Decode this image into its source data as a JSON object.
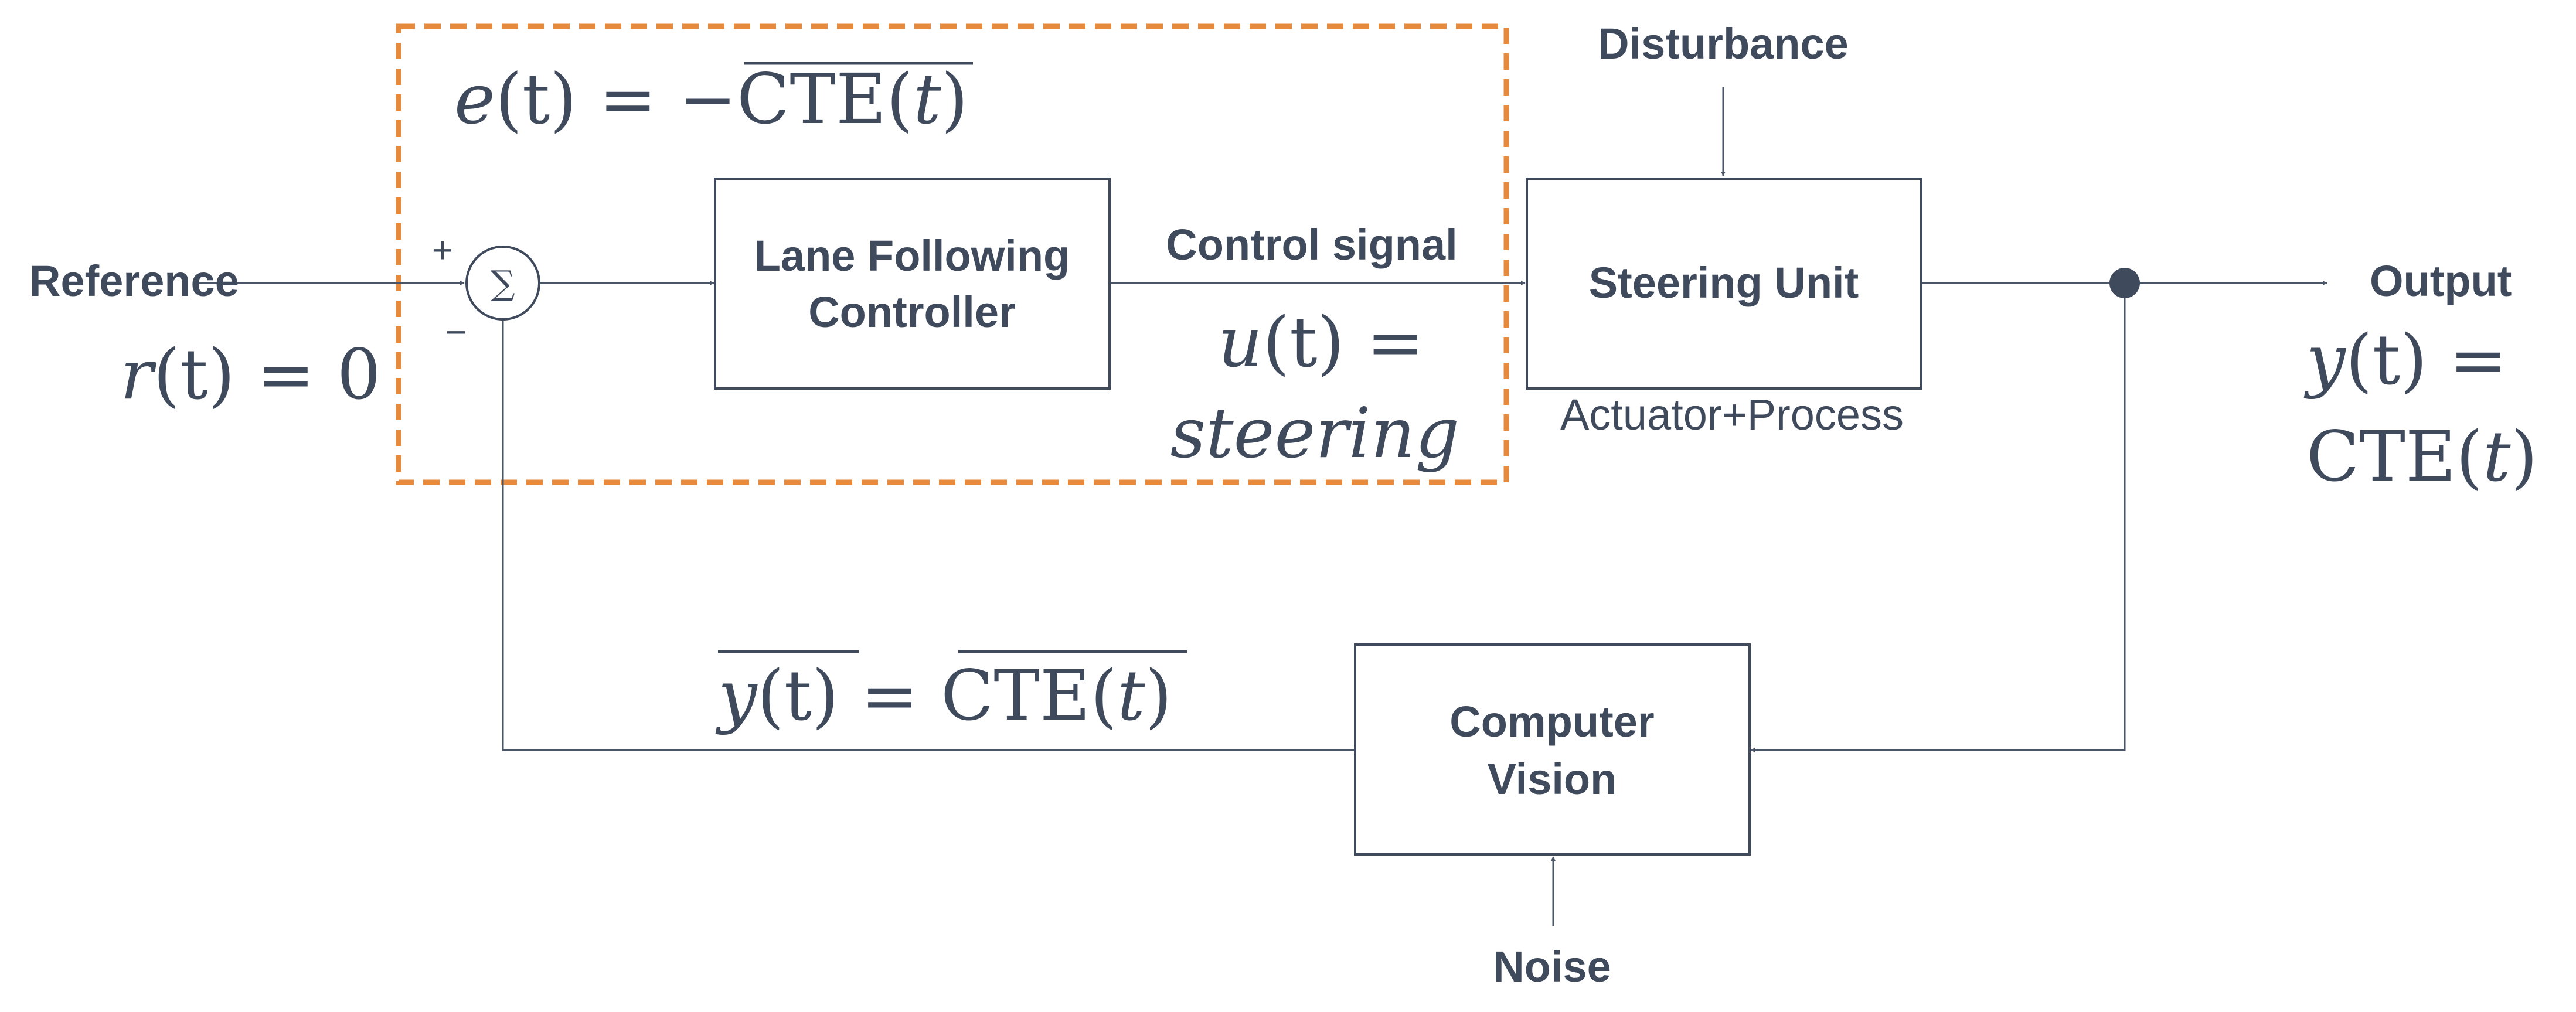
{
  "blocks": {
    "reference": "Reference",
    "controller_line1": "Lane Following",
    "controller_line2": "Controller",
    "control_signal": "Control signal",
    "steering_unit": "Steering Unit",
    "actuator_process": "Actuator+Process",
    "disturbance": "Disturbance",
    "output": "Output",
    "vision_line1": "Computer",
    "vision_line2": "Vision",
    "noise": "Noise"
  },
  "signs": {
    "plus": "+",
    "minus": "−",
    "sum": "∑"
  },
  "equations": {
    "error": {
      "lhs_e": "e",
      "lhs_args": "(t) = −",
      "cte": "CTE(",
      "t": "t",
      "close": ")"
    },
    "reference": {
      "r": "r",
      "args": "(t) = 0"
    },
    "control": {
      "u": "u",
      "args": "(t) =",
      "steering": "steering"
    },
    "output": {
      "y": "y",
      "args": "(t) =",
      "cte": "CTE(",
      "t": "t",
      "close": ")"
    },
    "feedback": {
      "y": "y",
      "args": "(t)",
      "eq": " = ",
      "cte": "CTE(",
      "t": "t",
      "close": ")"
    }
  },
  "colors": {
    "text": "#3f4a5c",
    "lines": "#4a5568",
    "highlight_box": "#e88a3c"
  }
}
